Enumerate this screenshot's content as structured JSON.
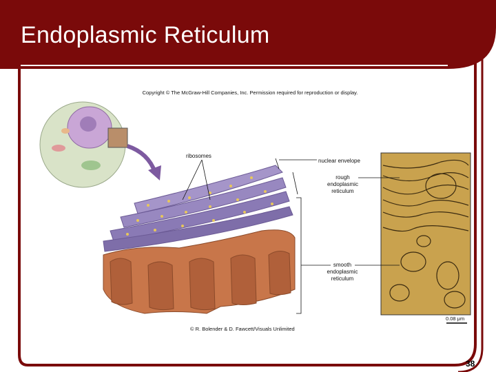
{
  "slide": {
    "title": "Endoplasmic Reticulum",
    "page_number": "38"
  },
  "figure": {
    "copyright": "Copyright © The McGraw-Hill Companies, Inc. Permission required for reproduction or display.",
    "labels": {
      "ribosomes": "ribosomes",
      "nuclear_envelope": "nuclear envelope",
      "rough_er_line1": "rough",
      "rough_er_line2": "endoplasmic",
      "rough_er_line3": "reticulum",
      "smooth_er_line1": "smooth",
      "smooth_er_line2": "endoplasmic",
      "smooth_er_line3": "reticulum"
    },
    "credit": "© R. Bolender & D. Fawcett/Visuals Unlimited",
    "scale_bar": "0.08 μm"
  },
  "colors": {
    "title_bar": "#7a0a0a",
    "frame": "#7a0a0a",
    "rough_er": "#8a7ab5",
    "smooth_er": "#c8764a",
    "micrograph": "#c9a24e"
  }
}
